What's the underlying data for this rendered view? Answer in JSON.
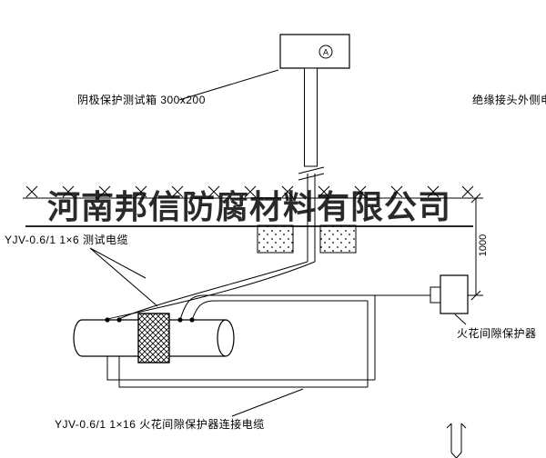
{
  "watermark": {
    "text": "河南邦信防腐材料有限公司"
  },
  "labels": {
    "test_box": {
      "text": "阴极保护测试箱 300x200"
    },
    "joint_cable": {
      "text": "绝缘接头外侧电缆"
    },
    "test_cable": {
      "text": "YJV-0.6/1  1×6  测试电缆"
    },
    "spark_gap": {
      "text": "火花间隙保护器"
    },
    "protector_cable": {
      "text": "YJV-0.6/1  1×16  火花间隙保护器连接电缆"
    }
  },
  "dimension": {
    "value": "1000"
  },
  "ammeter": {
    "symbol": "A"
  },
  "colors": {
    "line": "#000000",
    "watermark_text": "#1a1a1a",
    "background": "#ffffff"
  }
}
